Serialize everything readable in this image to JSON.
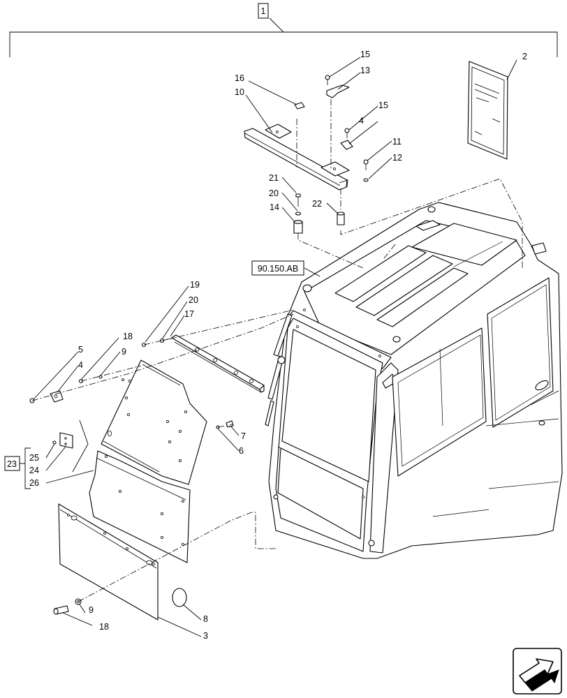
{
  "diagram": {
    "assembly_ref": "1",
    "section_ref": "90.150.AB",
    "subassembly_ref": "23",
    "subassembly_items": [
      "25",
      "24",
      "26"
    ],
    "callouts": [
      "2",
      "3",
      "4",
      "4",
      "5",
      "6",
      "7",
      "8",
      "9",
      "9",
      "10",
      "11",
      "12",
      "13",
      "14",
      "15",
      "15",
      "16",
      "17",
      "18",
      "18",
      "19",
      "20",
      "20",
      "21",
      "22"
    ],
    "nav_icon": "arrow-right-icon"
  }
}
